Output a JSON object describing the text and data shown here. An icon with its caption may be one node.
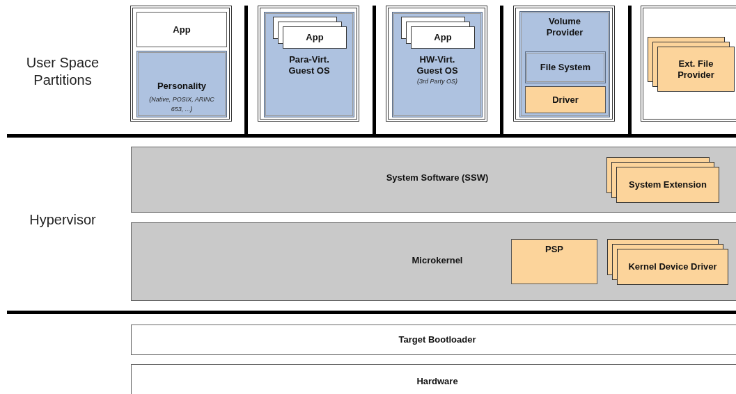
{
  "diagram": {
    "nodes": [
      {
        "text": [],
        "shape": "box"
      },
      {
        "text": [
          "App"
        ],
        "in": 0
      },
      {
        "text": [
          "Personality",
          "(Native, POSIX, ARINC 653, ...)"
        ],
        "in": 0
      },
      {
        "text": [],
        "shape": "box"
      },
      {
        "text": [
          "Para-Virt. Guest OS"
        ],
        "in": 3
      },
      {
        "text": [
          "App"
        ],
        "in": 4
      },
      {
        "text": [],
        "shape": "box"
      },
      {
        "text": [
          "HW-Virt. Guest OS",
          "(3rd Party OS)"
        ],
        "in": 6
      },
      {
        "text": [
          "App"
        ],
        "in": 7
      },
      {
        "text": [],
        "shape": "box"
      },
      {
        "text": [
          "Volume Provider"
        ],
        "in": 9
      },
      {
        "text": [
          "File System"
        ],
        "in": 10
      },
      {
        "text": [
          "Driver"
        ],
        "in": 10
      },
      {
        "text": [],
        "shape": "box"
      },
      {
        "text": [
          "Ext. File Provider"
        ],
        "in": 13
      },
      {
        "text": [
          "System Software (SSW)"
        ]
      },
      {
        "text": [
          "System Extension"
        ],
        "in": 15
      },
      {
        "text": [
          "Microkernel"
        ]
      },
      {
        "text": [
          "PSP"
        ],
        "in": 17
      },
      {
        "text": [
          "Kernel Device Driver"
        ],
        "in": 17
      },
      {
        "text": [
          "Target Bootloader"
        ]
      },
      {
        "text": [
          "Hardware"
        ]
      }
    ],
    "edges": [],
    "labels": [
      "User Space Partitions",
      "Hypervisor"
    ]
  }
}
